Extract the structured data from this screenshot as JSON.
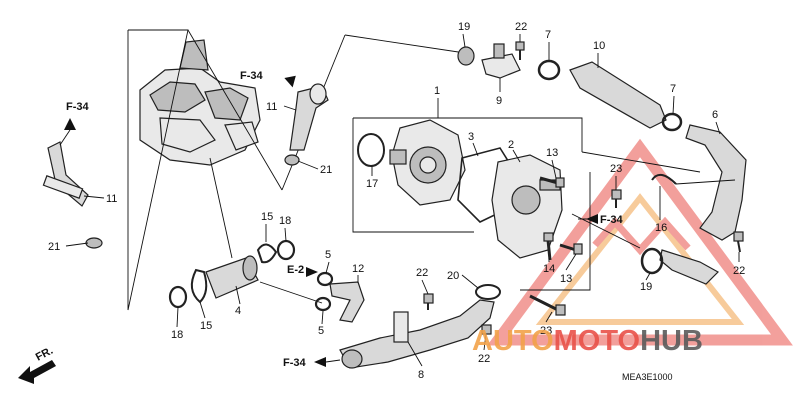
{
  "diagram": {
    "catalog_code": "MEA3E1000",
    "front_marker": "FR.",
    "refs": {
      "f34": "F-34",
      "e2": "E-2"
    },
    "callouts": {
      "p1": "1",
      "p2": "2",
      "p3": "3",
      "p4": "4",
      "p5a": "5",
      "p5b": "5",
      "p6": "6",
      "p7a": "7",
      "p7b": "7",
      "p8": "8",
      "p9": "9",
      "p10": "10",
      "p11a": "11",
      "p11b": "11",
      "p12": "12",
      "p13a": "13",
      "p13b": "13",
      "p14": "14",
      "p15a": "15",
      "p15b": "15",
      "p16": "16",
      "p17": "17",
      "p18a": "18",
      "p18b": "18",
      "p19a": "19",
      "p19b": "19",
      "p20": "20",
      "p21a": "21",
      "p21b": "21",
      "p22a": "22",
      "p22b": "22",
      "p22c": "22",
      "p22d": "22",
      "p23a": "23",
      "p23b": "23"
    }
  },
  "watermark": {
    "part1": "AUTO",
    "part2": "MOTO",
    "part3": "HUB",
    "colors": {
      "orange": "#f2a24a",
      "red": "#e9524a",
      "grey": "#5b5b5b"
    }
  }
}
